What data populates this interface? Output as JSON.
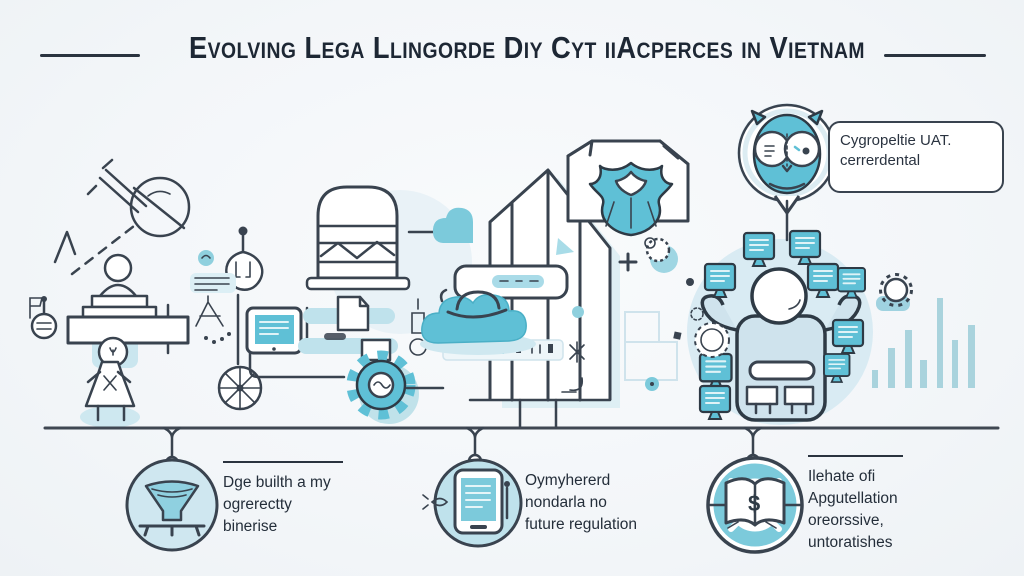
{
  "title": {
    "text": "Evolving Lega Llingorde Diy Cyt iiAcperces in Vietnam"
  },
  "callout": {
    "line1": "Cygropeltie UAT.",
    "line2": "cerrerdental"
  },
  "timeline": {
    "items": [
      {
        "icon": "funnel-press-icon",
        "lines": [
          "Dge builth a my",
          "ogrerectty",
          "binerise"
        ]
      },
      {
        "icon": "tablet-document-icon",
        "lines": [
          "Oymyhererd",
          "nondarla no",
          "future regulation"
        ]
      },
      {
        "icon": "finance-book-icon",
        "lines": [
          "Ilehate ofi",
          "Apgutellation",
          "oreorssive,",
          "untoratishes"
        ]
      }
    ]
  },
  "illustration": {
    "icons": [
      "gavel-icon",
      "statue-cart-icon",
      "bell-icon",
      "dress-figure-icon",
      "balloon-pendant-icon",
      "spoked-wheel-icon",
      "tablet-icon",
      "server-cabinet-icon",
      "gear-icon",
      "cloud-icon",
      "building-icon",
      "document-crest-icon",
      "owl-icon",
      "person-with-monitors-icon",
      "monitor-icon",
      "bar-chart-icon",
      "book-dollar-icon"
    ],
    "bar_chart_heights": [
      18,
      40,
      58,
      28,
      90,
      48,
      63
    ],
    "colors": {
      "ink": "#39434f",
      "title_ink": "#1d2734",
      "accent_teal": "#5fc0d6",
      "light_teal": "#bfe2ec",
      "pale_circle": "#d9ebf3",
      "background": "#f3f6f9"
    }
  }
}
